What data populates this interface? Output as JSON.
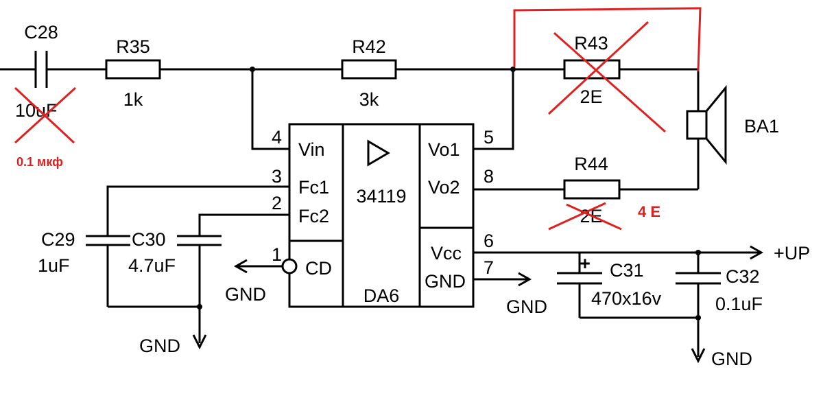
{
  "labels": {
    "c28": "C28",
    "c28_val": "10uF",
    "c28_new": "0.1 мкф",
    "r35": "R35",
    "r35_val": "1k",
    "r42": "R42",
    "r42_val": "3k",
    "r43": "R43",
    "r43_val": "2E",
    "r44": "R44",
    "r44_val": "2E",
    "r44_new": "4 E",
    "ba1": "BA1",
    "pin4": "4",
    "pin3": "3",
    "pin2": "2",
    "pin1": "1",
    "pin5": "5",
    "pin8": "8",
    "pin6": "6",
    "pin7": "7",
    "vin": "Vin",
    "fc1": "Fc1",
    "fc2": "Fc2",
    "cd": "CD",
    "vo1": "Vo1",
    "vo2": "Vo2",
    "vcc": "Vcc",
    "gnd_pin": "GND",
    "chip": "34119",
    "da6": "DA6",
    "c29": "C29",
    "c29_val": "1uF",
    "c30": "C30",
    "c30_val": "4.7uF",
    "c31": "C31",
    "c31_val": "470x16v",
    "c31_plus": "+",
    "c32": "C32",
    "c32_val": "0.1uF",
    "up": "+UP",
    "gnd_cd": "GND",
    "gnd_cap": "GND",
    "gnd_pin7": "GND",
    "gnd_out": "GND"
  },
  "colors": {
    "wire": "#000000",
    "correction": "#e02020"
  }
}
